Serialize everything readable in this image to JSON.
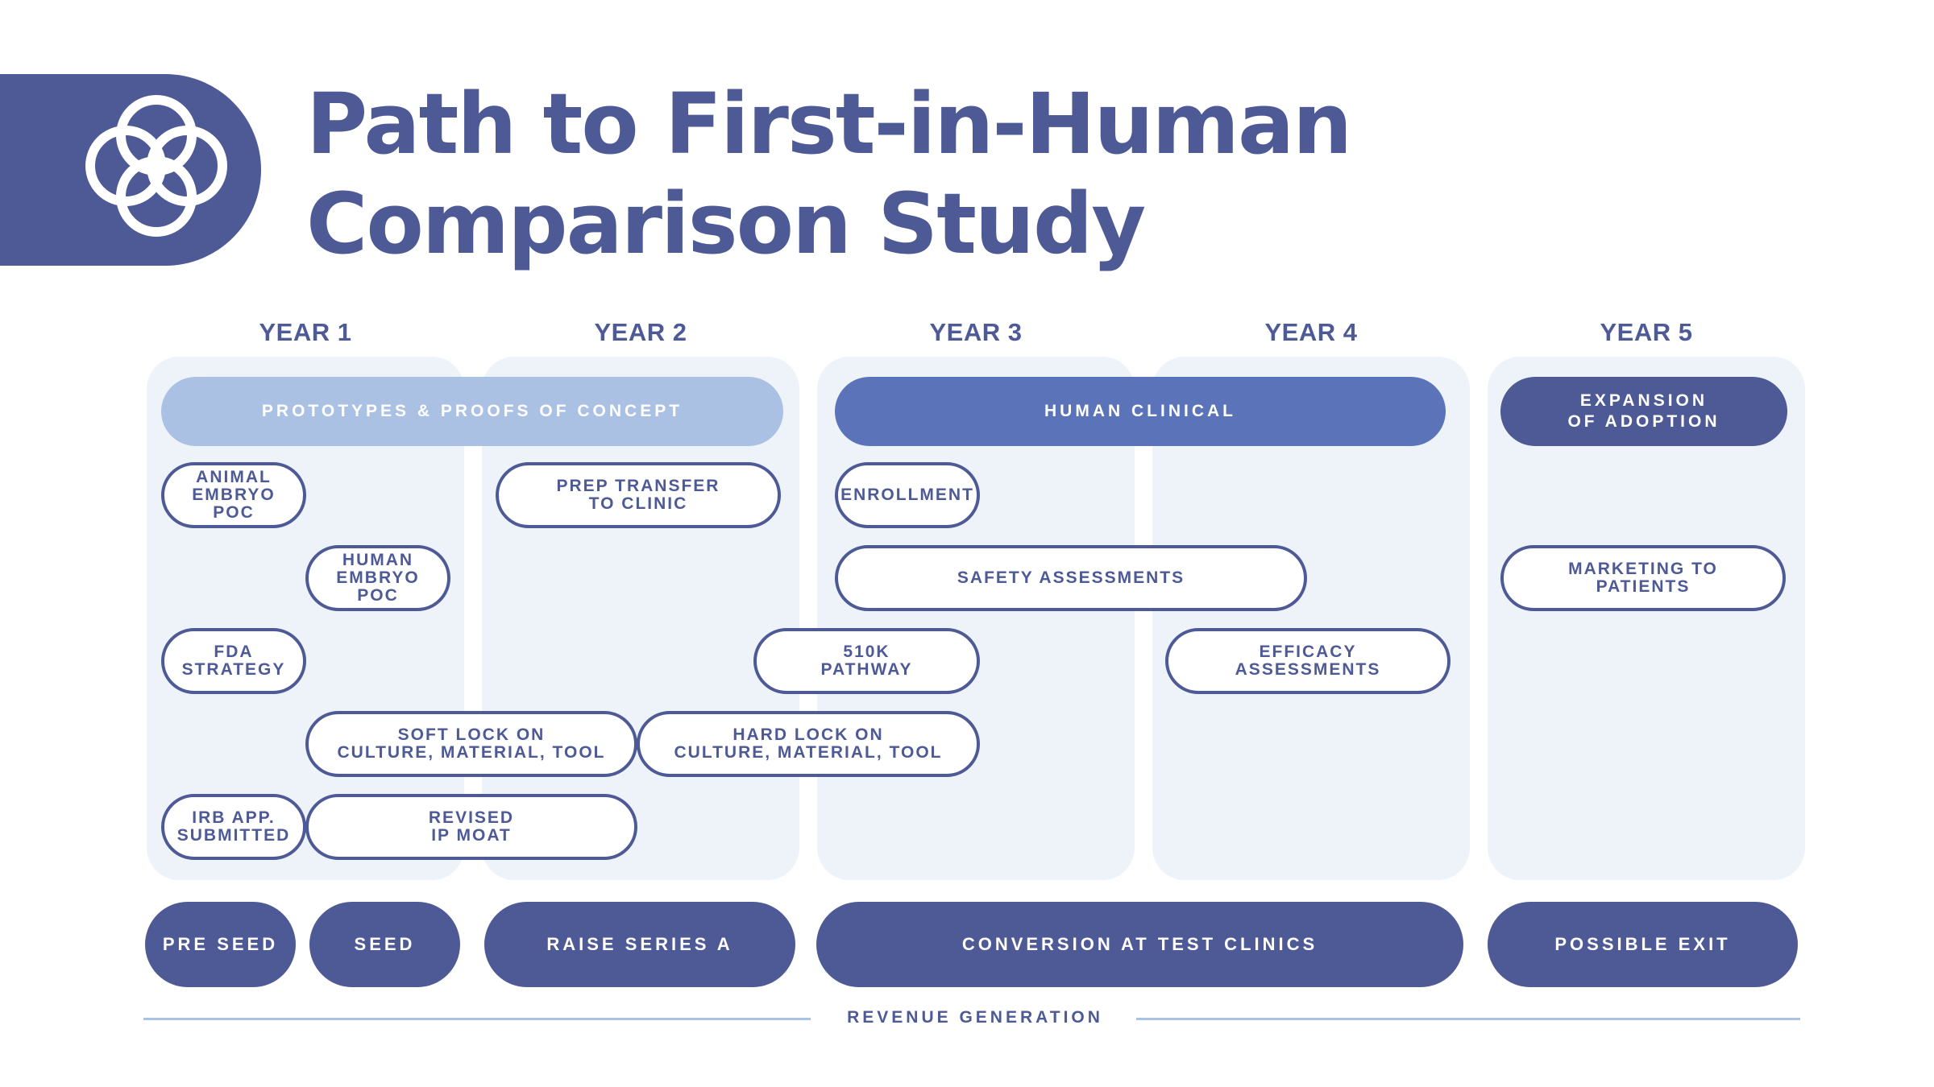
{
  "title": {
    "line1": "Path to First-in-Human",
    "line2": "Comparison Study"
  },
  "years": [
    "YEAR 1",
    "YEAR 2",
    "YEAR 3",
    "YEAR 4",
    "YEAR 5"
  ],
  "phases": {
    "prototypes": "PROTOTYPES & PROOFS OF CONCEPT",
    "human_clinical": "HUMAN CLINICAL",
    "expansion": "EXPANSION\nOF ADOPTION"
  },
  "milestones": {
    "animal_embryo": "ANIMAL\nEMBRYO\nPOC",
    "human_embryo": "HUMAN\nEMBRYO\nPOC",
    "fda_strategy": "FDA\nSTRATEGY",
    "irb_app": "IRB APP.\nSUBMITTED",
    "soft_lock": "SOFT LOCK ON\nCULTURE, MATERIAL, TOOL",
    "revised_ip": "REVISED\nIP MOAT",
    "prep_transfer": "PREP TRANSFER\nTO CLINIC",
    "hard_lock": "HARD LOCK ON\nCULTURE, MATERIAL, TOOL",
    "pathway_510k": "510K\nPATHWAY",
    "enrollment": "ENROLLMENT",
    "safety": "SAFETY ASSESSMENTS",
    "efficacy": "EFFICACY\nASSESSMENTS",
    "marketing": "MARKETING TO\nPATIENTS"
  },
  "funding": {
    "pre_seed": "PRE SEED",
    "seed": "SEED",
    "series_a": "RAISE SERIES A",
    "conversion": "CONVERSION AT TEST CLINICS",
    "exit": "POSSIBLE EXIT"
  },
  "revenue_label": "REVENUE GENERATION",
  "colors": {
    "brand": "#4e5a96",
    "phase_light": "#abc1e4",
    "phase_mid": "#5b74b9",
    "column_bg": "#eef3fa"
  },
  "icons": {
    "logo": "interlocking-rings-icon"
  }
}
